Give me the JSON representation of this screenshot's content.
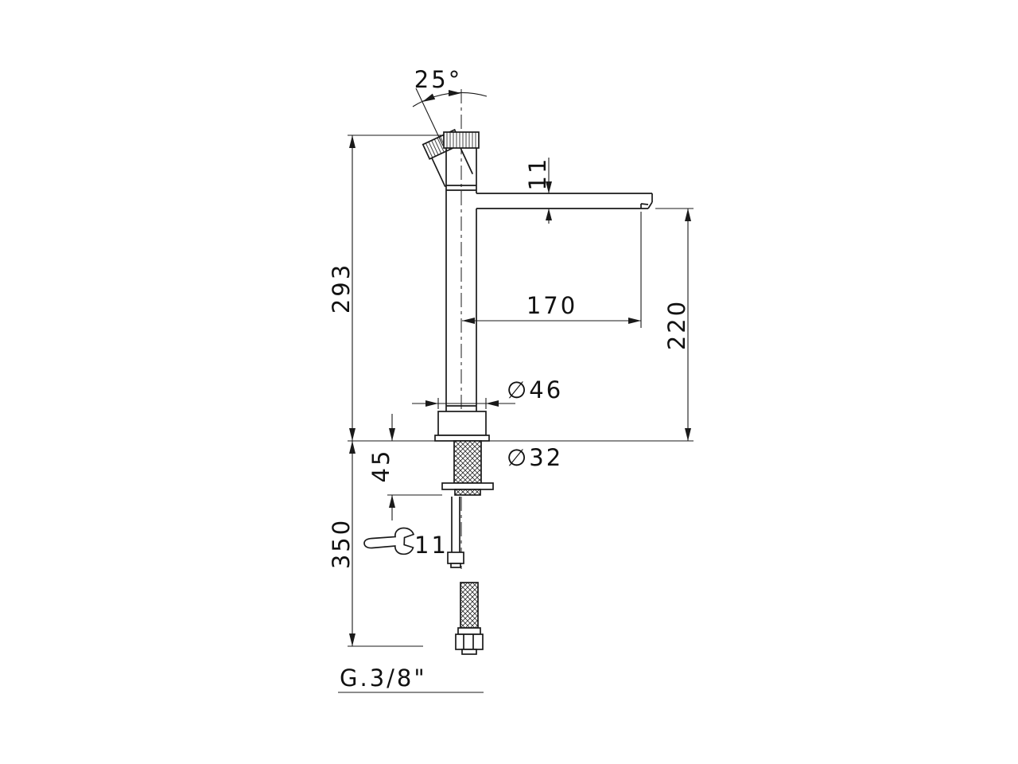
{
  "drawing": {
    "labels": {
      "angle": "25°",
      "spout_thickness": "11",
      "height_above_deck": "293",
      "spout_reach": "170",
      "spout_height": "220",
      "base_diameter": "∅46",
      "max_deck_thickness": "45",
      "shank_diameter": "∅32",
      "wrench_size": "11",
      "length_below_deck": "350",
      "thread": "G.3/8\""
    }
  }
}
